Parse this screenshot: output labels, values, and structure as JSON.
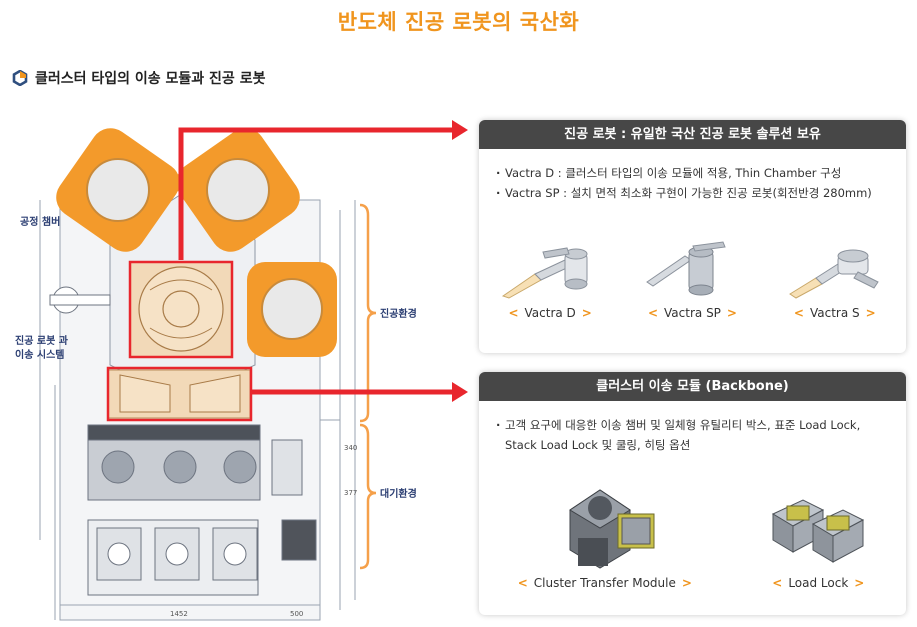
{
  "page_title": "반도체 진공 로봇의 국산화",
  "section_title": "클러스터 타입의 이송 모듈과 진공 로봇",
  "diagram": {
    "labels": {
      "process_chamber": "공정 챔버",
      "robot_system_line1": "진공 로봇 과",
      "robot_system_line2": "이송 시스템",
      "vacuum_env": "진공환경",
      "atmosphere_env": "대기환경"
    },
    "dimensions": {
      "bottom_left": "1452",
      "bottom_right": "500",
      "right_1": "340",
      "right_2": "377"
    },
    "colors": {
      "chamber_orange": "#f39a2b",
      "highlight_red": "#e8262d",
      "env_bracket": "#f5a04a"
    }
  },
  "panels": {
    "robot": {
      "header": "진공 로봇 : 유일한 국산 진공 로봇 솔루션 보유",
      "bullets": [
        "Vactra D : 클러스터 타입의 이송 모듈에 적용, Thin Chamber 구성",
        "Vactra SP :  설치 면적 최소화 구현이 가능한 진공 로봇(회전반경 280mm)"
      ],
      "products": [
        {
          "name": "Vactra D"
        },
        {
          "name": "Vactra SP"
        },
        {
          "name": "Vactra S"
        }
      ]
    },
    "backbone": {
      "header": "클러스터 이송 모듈 (Backbone)",
      "bullets": [
        "고객 요구에 대응한 이송 챔버 및 일체형 유틸리티 박스, 표준 Load Lock,",
        "Stack Load Lock 및 쿨링, 히팅 옵션"
      ],
      "products": [
        {
          "name": "Cluster Transfer Module"
        },
        {
          "name": "Load Lock"
        }
      ]
    }
  },
  "bracket_symbols": {
    "left": "<",
    "right": ">"
  }
}
